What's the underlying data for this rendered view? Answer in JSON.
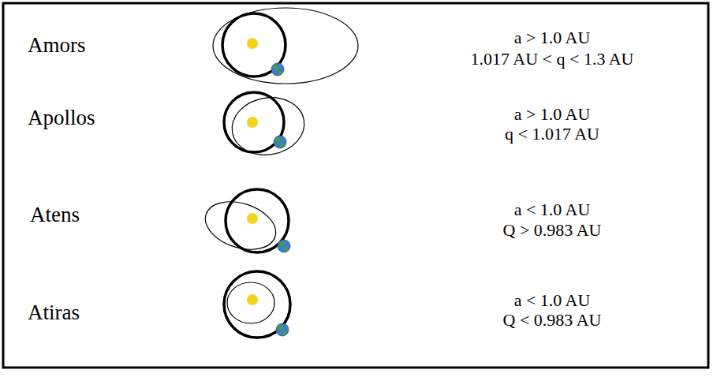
{
  "diagram": {
    "labels": [
      "Amors",
      "a > 1.0 AU",
      "1.017 AU < q < 1.3 AU",
      "Apollos",
      "a > 1.0 AU",
      "q < 1.017 AU",
      "Atens",
      "a < 1.0 AU",
      "Q > 0.983 AU",
      "Atiras",
      "a < 1.0 AU",
      "Q < 0.983 AU"
    ]
  }
}
